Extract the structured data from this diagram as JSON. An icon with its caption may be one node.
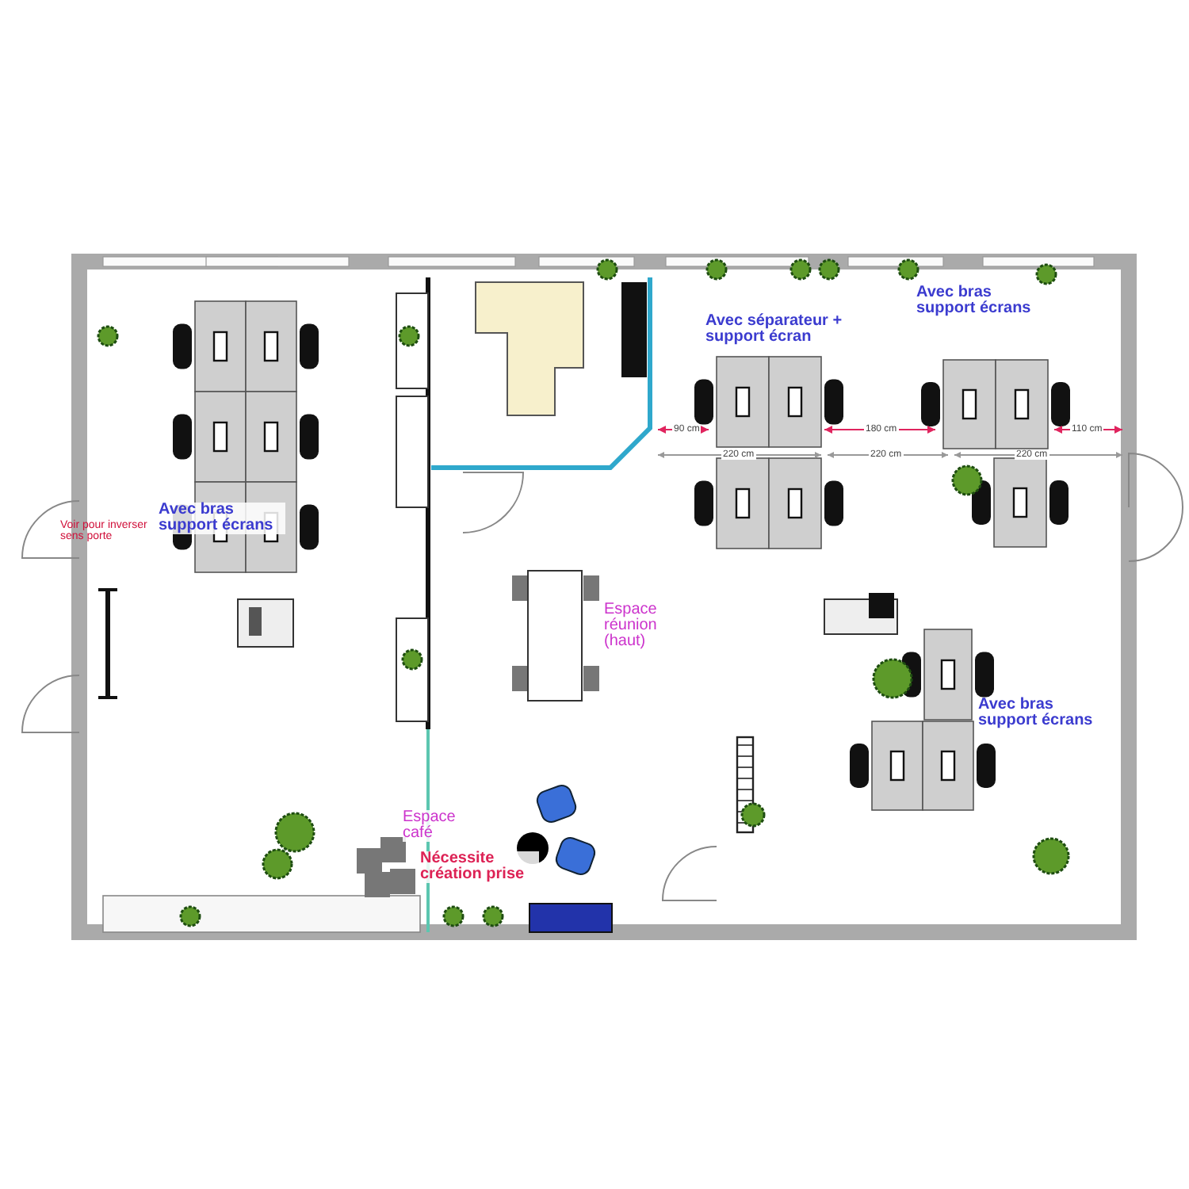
{
  "diagram": {
    "labels": [
      "Avec bras support écrans",
      "Avec séparateur + support écran",
      "90 cm",
      "180 cm",
      "110 cm",
      "220 cm",
      "220 cm",
      "220 cm",
      "Avec bras support écrans",
      "Voir pour inverser sens porte",
      "Espace réunion (haut)",
      "Avec bras support écrans",
      "Espace café",
      "Nécessite création prise"
    ]
  }
}
